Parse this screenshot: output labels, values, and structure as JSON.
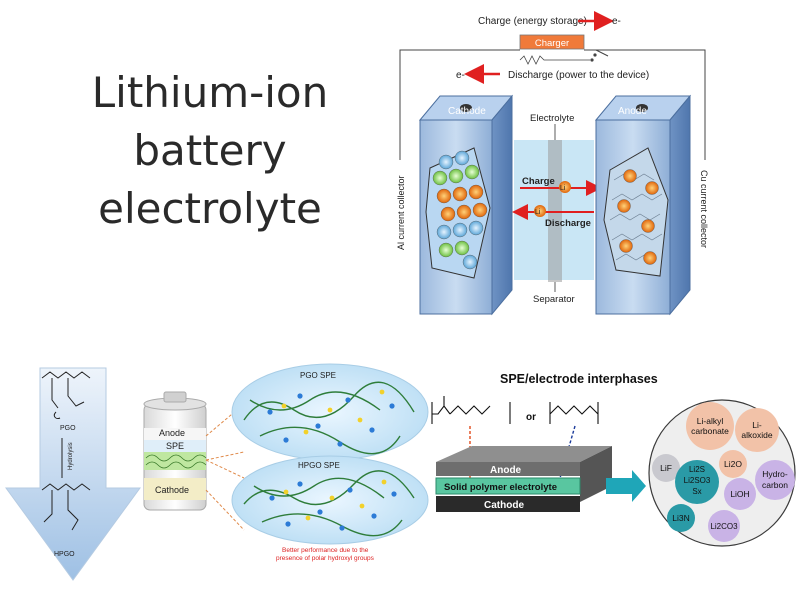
{
  "title_lines": [
    "Lithium-ion",
    "battery",
    "electrolyte"
  ],
  "battery": {
    "charge_label": "Charge (energy storage)",
    "e_minus": "e-",
    "charger_label": "Charger",
    "discharge_label": "Discharge (power to the device)",
    "cathode": "Cathode",
    "anode": "Anode",
    "electrolyte": "Electrolyte",
    "charge": "Charge",
    "discharge": "Discharge",
    "li": "Li",
    "separator": "Separator",
    "al_collector": "Al current collector",
    "cu_collector": "Cu current collector"
  },
  "bottom_left": {
    "pgo": "PGO",
    "hydrolysis": "Hydrolysis",
    "hpgo": "HPGO",
    "cell_anode": "Anode",
    "cell_spe": "SPE",
    "cell_cathode": "Cathode",
    "pgo_spe": "PGO SPE",
    "hpgo_spe": "HPGO SPE",
    "caption_1": "Better performance due to the",
    "caption_2": "presence of polar hydroxyl groups"
  },
  "interphase": {
    "title": "SPE/electrode interphases",
    "or": "or",
    "anode": "Anode",
    "spe": "Solid polymer electrolyte",
    "cathode": "Cathode"
  },
  "species": {
    "li_alkyl_1": "Li-alkyl",
    "li_alkyl_2": "carbonate",
    "li_alkoxide_1": "Li-",
    "li_alkoxide_2": "alkoxide",
    "lif": "LiF",
    "li2o": "Li2O",
    "li2s_group": [
      "Li2S",
      "Li2SO3",
      "Sx"
    ],
    "lioh": "LiOH",
    "hydrocarbon_1": "Hydro-",
    "hydrocarbon_2": "carbon",
    "li3n": "Li3N",
    "li2co3": "Li2CO3"
  }
}
